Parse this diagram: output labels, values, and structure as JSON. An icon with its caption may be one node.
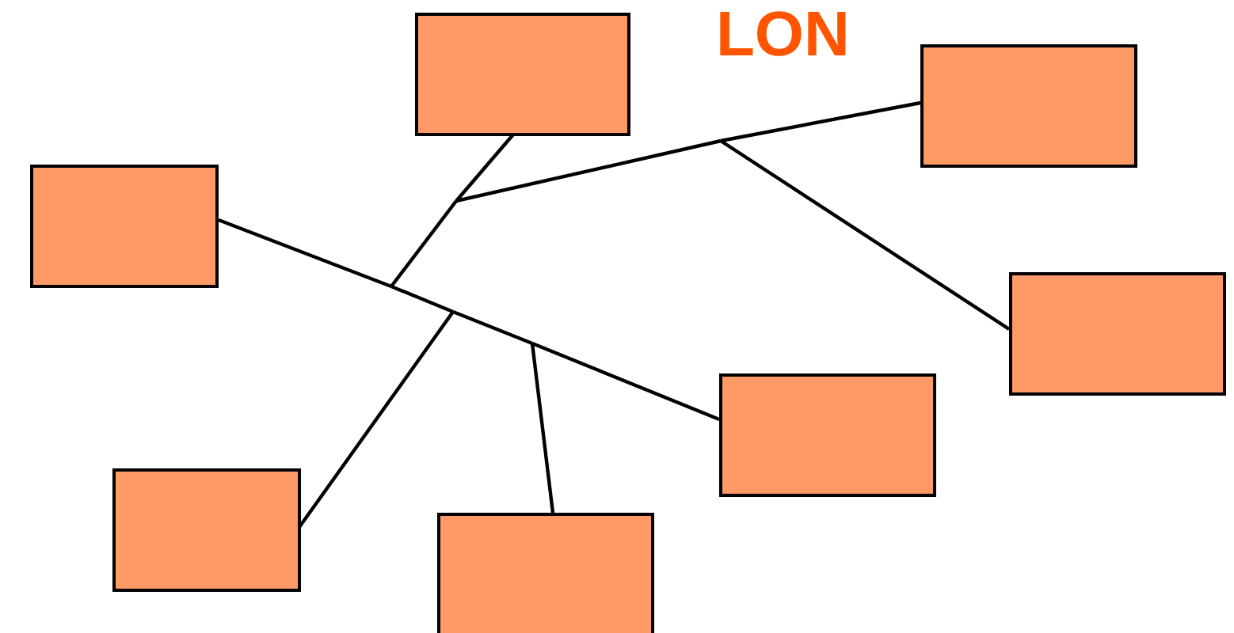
{
  "diagram": {
    "title": "LON",
    "nodes": [
      {
        "text": [],
        "shape": "box"
      },
      {
        "text": [],
        "shape": "box"
      },
      {
        "text": [],
        "shape": "box"
      },
      {
        "text": [],
        "shape": "box"
      },
      {
        "text": [],
        "shape": "box"
      },
      {
        "text": [],
        "shape": "box"
      },
      {
        "text": [],
        "shape": "box"
      }
    ],
    "edges": [
      {
        "from": 2,
        "to": 0,
        "arrow": "none"
      },
      {
        "from": 2,
        "to": 1,
        "arrow": "none"
      },
      {
        "from": 2,
        "to": 3,
        "arrow": "none"
      },
      {
        "from": 2,
        "to": 4,
        "arrow": "none"
      },
      {
        "from": 2,
        "to": 5,
        "arrow": "none"
      },
      {
        "from": 2,
        "to": 6,
        "arrow": "none"
      }
    ]
  }
}
